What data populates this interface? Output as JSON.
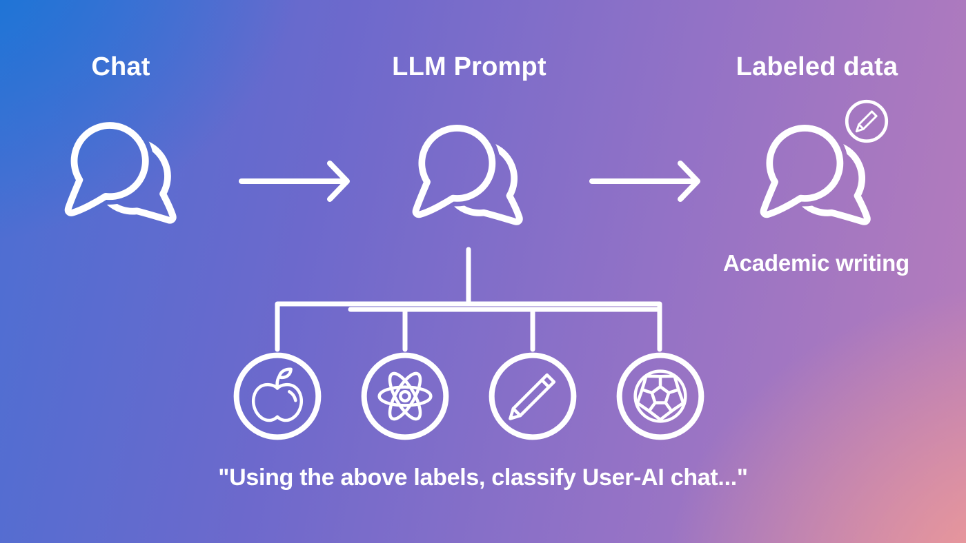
{
  "palette": {
    "gradient_top_left": "#1979d6",
    "gradient_bottom_left": "#4a6fd3",
    "gradient_top_right": "#b87dbb",
    "gradient_bottom_right": "#f19b93",
    "gradient_center": "#8368cb",
    "foreground": "#ffffff"
  },
  "flow": {
    "stages": [
      {
        "label": "Chat",
        "icon": "chat-bubbles-icon"
      },
      {
        "label": "LLM Prompt",
        "icon": "chat-bubbles-icon"
      },
      {
        "label": "Labeled data",
        "icon": "chat-bubbles-icon",
        "badge_icon": "pencil-badge-icon",
        "result_label": "Academic writing"
      }
    ],
    "connectors": [
      "arrow-right-icon",
      "arrow-right-icon"
    ]
  },
  "label_categories": {
    "icons": [
      "apple-icon",
      "atom-icon",
      "pencil-icon",
      "soccer-ball-icon"
    ]
  },
  "prompt_caption": "\"Using the above labels, classify User-AI chat...\""
}
